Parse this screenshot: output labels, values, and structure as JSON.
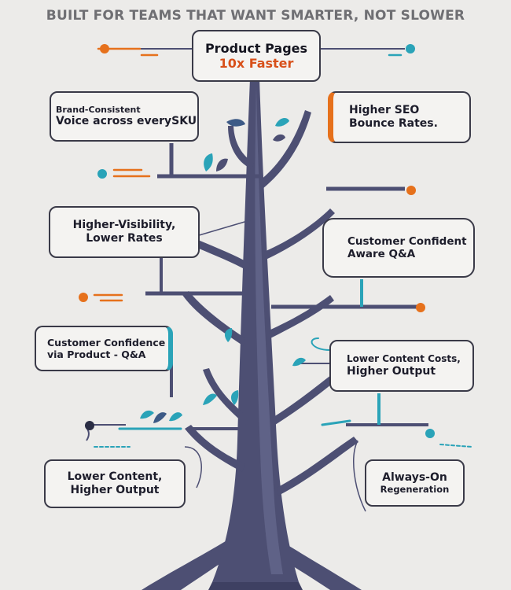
{
  "headline": "BUILT FOR TEAMS THAT WANT SMARTER, NOT SLOWER",
  "colors": {
    "trunk": "#4d4f73",
    "orange": "#e6711c",
    "teal": "#2aa3b8",
    "outline": "#3a3a48",
    "background": "#ecebe9"
  },
  "top_node": {
    "line1": "Product Pages",
    "line2": "10x Faster"
  },
  "left": [
    {
      "line1": "Brand-Consistent",
      "line2": "Voice across everySKU"
    },
    {
      "line1": "Higher-Visibility,",
      "line2": "Lower Rates"
    },
    {
      "line1": "Customer Confidence",
      "line2": "via Product - Q&A"
    },
    {
      "line1": "Lower Content,",
      "line2": "Higher Output"
    }
  ],
  "right": [
    {
      "line1": "Higher SEO",
      "line2": "Bounce Rates."
    },
    {
      "line1": "Customer Confident",
      "line2": "Aware Q&A"
    },
    {
      "line1": "Lower Content Costs,",
      "line2": "Higher Output"
    },
    {
      "line1": "Always-On",
      "line2": "Regeneration"
    }
  ]
}
